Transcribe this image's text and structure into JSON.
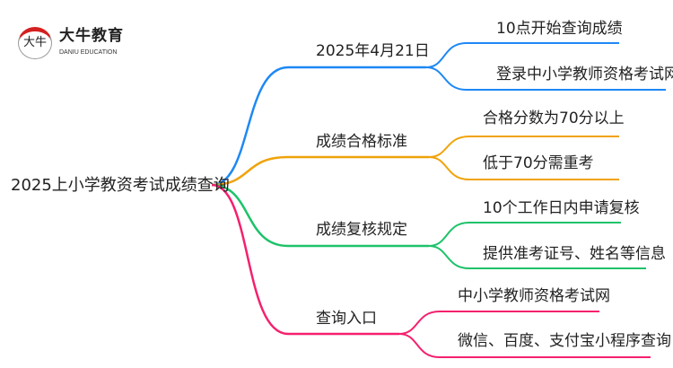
{
  "logo": {
    "mark": "大牛",
    "name": "大牛教育",
    "subtitle": "DANIU EDUCATION"
  },
  "root": {
    "label": "2025上小学教资考试成绩查询"
  },
  "branches": [
    {
      "label": "2025年4月21日",
      "color": "#1e88f5",
      "children": [
        "10点开始查询成绩",
        "登录中小学教师资格考试网"
      ]
    },
    {
      "label": "成绩合格标准",
      "color": "#f0a30a",
      "children": [
        "合格分数为70分以上",
        "低于70分需重考"
      ]
    },
    {
      "label": "成绩复核规定",
      "color": "#1ec26a",
      "children": [
        "10个工作日内申请复核",
        "提供准考证号、姓名等信息"
      ]
    },
    {
      "label": "查询入口",
      "color": "#f5206e",
      "children": [
        "中小学教师资格考试网",
        "微信、百度、支付宝小程序查询"
      ]
    }
  ]
}
